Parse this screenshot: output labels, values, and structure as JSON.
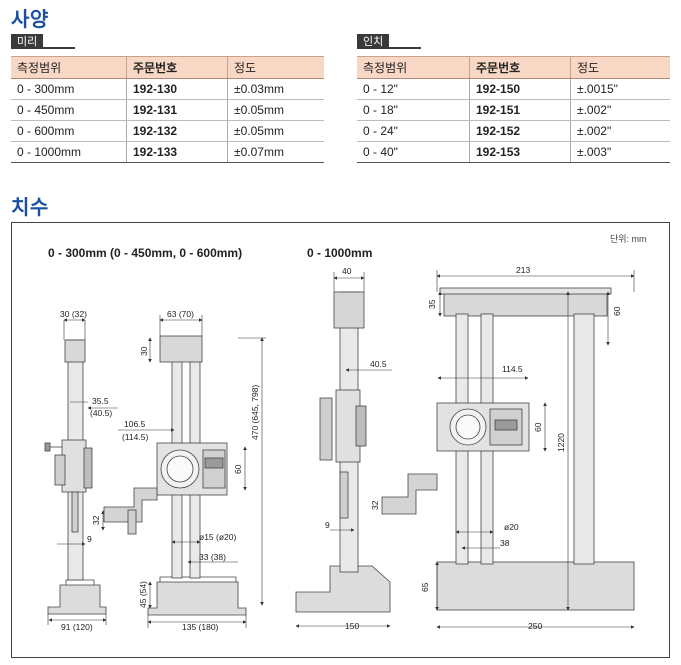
{
  "spec": {
    "title": "사양",
    "metric": {
      "tag": "미리",
      "headers": [
        "측정범위",
        "주문번호",
        "정도"
      ],
      "rows": [
        [
          "0 - 300mm",
          "192-130",
          "±0.03mm"
        ],
        [
          "0 - 450mm",
          "192-131",
          "±0.05mm"
        ],
        [
          "0 - 600mm",
          "192-132",
          "±0.05mm"
        ],
        [
          "0 - 1000mm",
          "192-133",
          "±0.07mm"
        ]
      ]
    },
    "inch": {
      "tag": "인치",
      "headers": [
        "측정범위",
        "주문번호",
        "정도"
      ],
      "rows": [
        [
          "0 - 12\"",
          "192-150",
          "±.0015\""
        ],
        [
          "0 - 18\"",
          "192-151",
          "±.002\""
        ],
        [
          "0 - 24\"",
          "192-152",
          "±.002\""
        ],
        [
          "0 - 40\"",
          "192-153",
          "±.003\""
        ]
      ]
    }
  },
  "dimensions": {
    "title": "치수",
    "unit": "단위: mm",
    "left_title": "0 - 300mm (0 - 450mm, 0 - 600mm)",
    "right_title": "0 - 1000mm",
    "left_labels": {
      "d30_32": "30 (32)",
      "d63_70": "63 (70)",
      "d30": "30",
      "d35_5": "35.5",
      "d40_5": "(40.5)",
      "d106_5": "106.5",
      "d114_5": "(114.5)",
      "d470": "470 (645, 798)",
      "d60": "60",
      "d32": "32",
      "d9": "9",
      "d15": "ø15 (ø20)",
      "d33": "33 (38)",
      "d45": "45 (54)",
      "d91": "91 (120)",
      "d135": "135 (180)"
    },
    "right_labels": {
      "d40": "40",
      "d213": "213",
      "d35": "35",
      "d60top": "60",
      "d40_5": "40.5",
      "d114_5": "114.5",
      "d60": "60",
      "d1220": "1220",
      "d32": "32",
      "d9": "9",
      "d20": "ø20",
      "d38": "38",
      "d65": "65",
      "d150": "150",
      "d250": "250"
    }
  }
}
